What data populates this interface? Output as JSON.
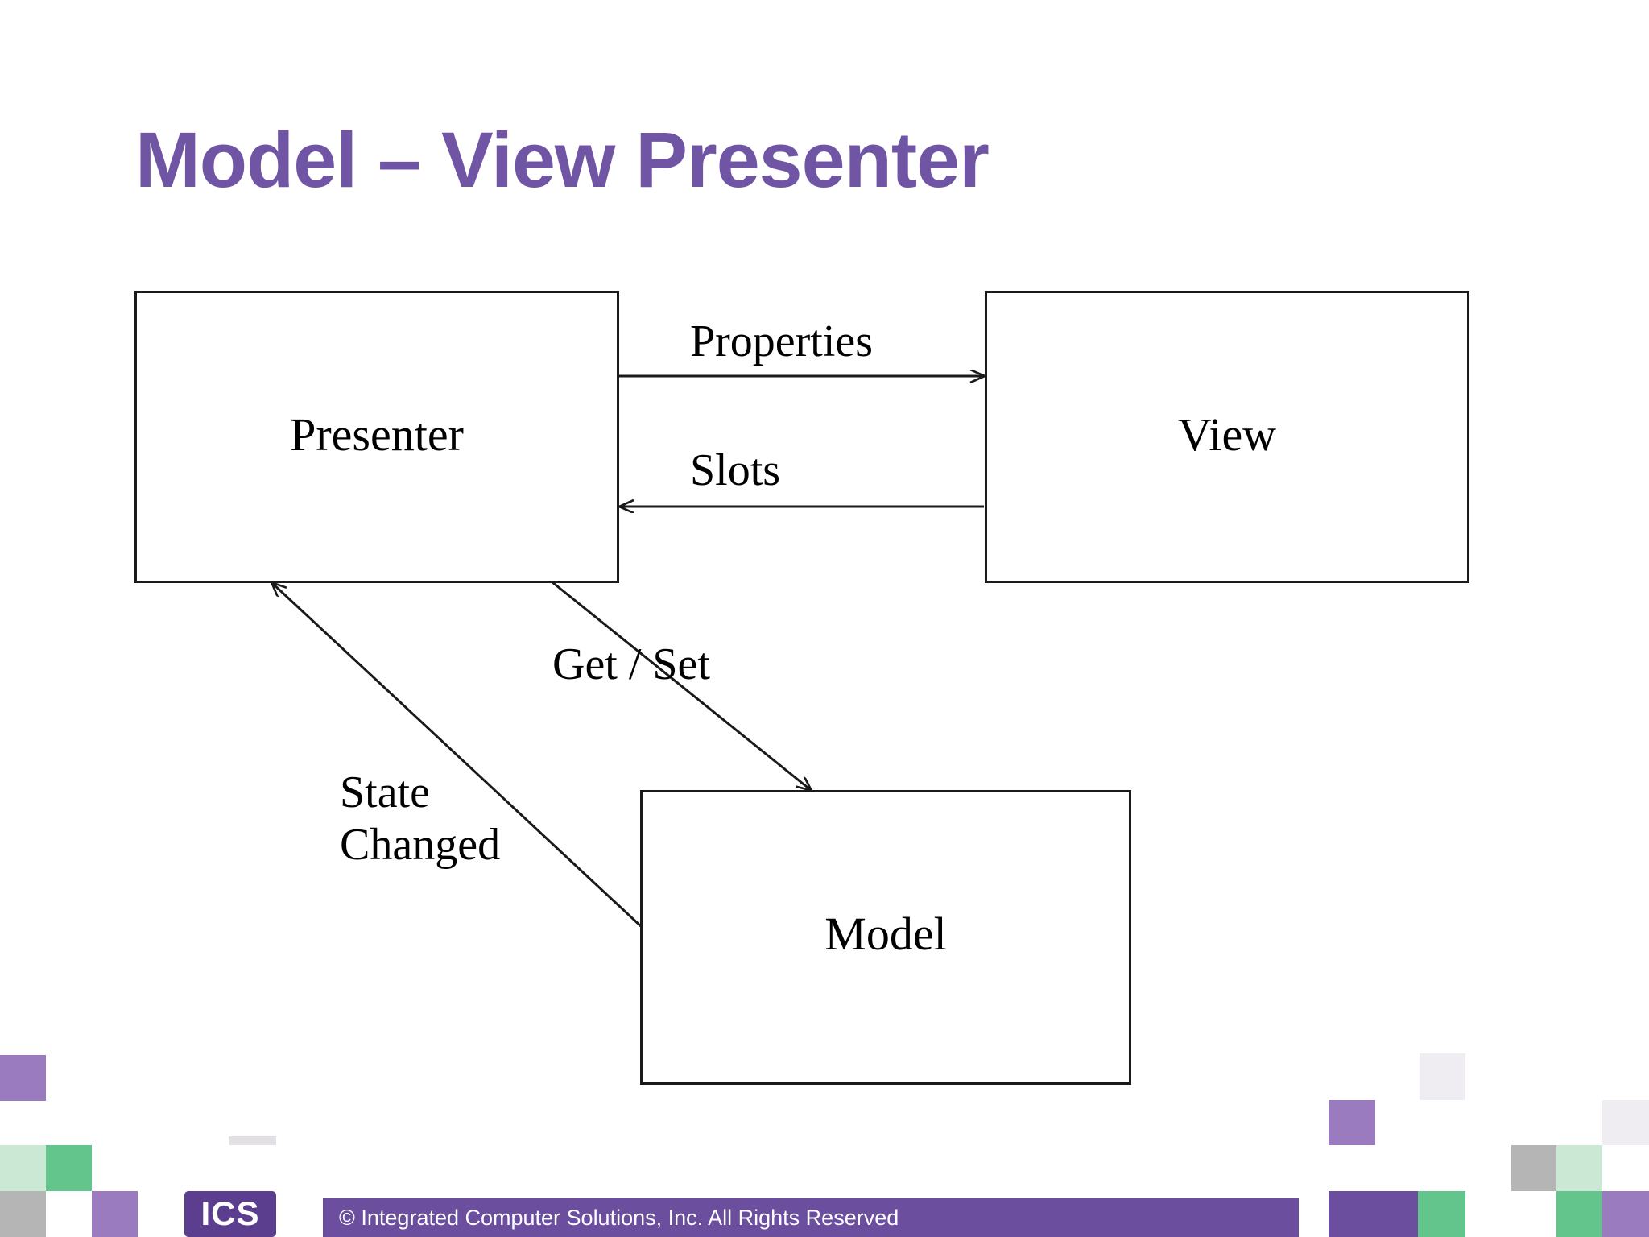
{
  "slide": {
    "title": "Model – View Presenter",
    "title_color": "#7155A5",
    "background": "#ffffff"
  },
  "diagram": {
    "type": "block-diagram",
    "nodes": [
      {
        "id": "presenter",
        "label": "Presenter"
      },
      {
        "id": "view",
        "label": "View"
      },
      {
        "id": "model",
        "label": "Model"
      }
    ],
    "edges": [
      {
        "id": "properties",
        "label": "Properties",
        "from": "presenter",
        "to": "view",
        "direction": "right"
      },
      {
        "id": "slots",
        "label": "Slots",
        "from": "view",
        "to": "presenter",
        "direction": "left"
      },
      {
        "id": "getset",
        "label": "Get / Set",
        "from": "presenter",
        "to": "model",
        "direction": "down-right"
      },
      {
        "id": "statechanged",
        "label": "State\nChanged",
        "label_line1": "State",
        "label_line2": "Changed",
        "from": "model",
        "to": "presenter",
        "direction": "up-left"
      }
    ],
    "line_color": "#1a1a1a"
  },
  "footer": {
    "copyright": "© Integrated Computer Solutions, Inc. All Rights Reserved",
    "bar_color": "#6B4E9E",
    "logo_text": "ICS",
    "logo_color": "#5B3E8E"
  },
  "decorations": {
    "purple_light": "#9A7BC0",
    "purple_dark": "#6B4E9E",
    "green": "#63C58B",
    "green_light": "#CBE8D4",
    "gray": "#B5B5B5",
    "gray_light": "#EFEDF1"
  }
}
